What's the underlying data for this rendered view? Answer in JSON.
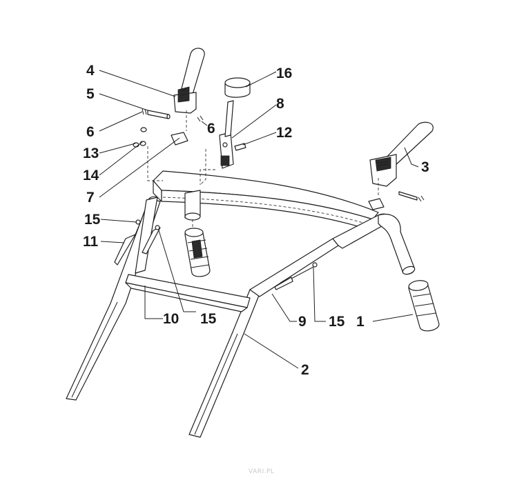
{
  "callouts": [
    {
      "id": "1",
      "text": "1"
    },
    {
      "id": "2",
      "text": "2"
    },
    {
      "id": "3",
      "text": "3"
    },
    {
      "id": "4",
      "text": "4"
    },
    {
      "id": "5",
      "text": "5"
    },
    {
      "id": "6a",
      "text": "6"
    },
    {
      "id": "6b",
      "text": "6"
    },
    {
      "id": "7",
      "text": "7"
    },
    {
      "id": "8",
      "text": "8"
    },
    {
      "id": "9",
      "text": "9"
    },
    {
      "id": "10",
      "text": "10"
    },
    {
      "id": "11",
      "text": "11"
    },
    {
      "id": "12",
      "text": "12"
    },
    {
      "id": "13",
      "text": "13"
    },
    {
      "id": "14",
      "text": "14"
    },
    {
      "id": "15a",
      "text": "15"
    },
    {
      "id": "15b",
      "text": "15"
    },
    {
      "id": "15c",
      "text": "15"
    },
    {
      "id": "16",
      "text": "16"
    }
  ],
  "watermark": "VARI.PL"
}
